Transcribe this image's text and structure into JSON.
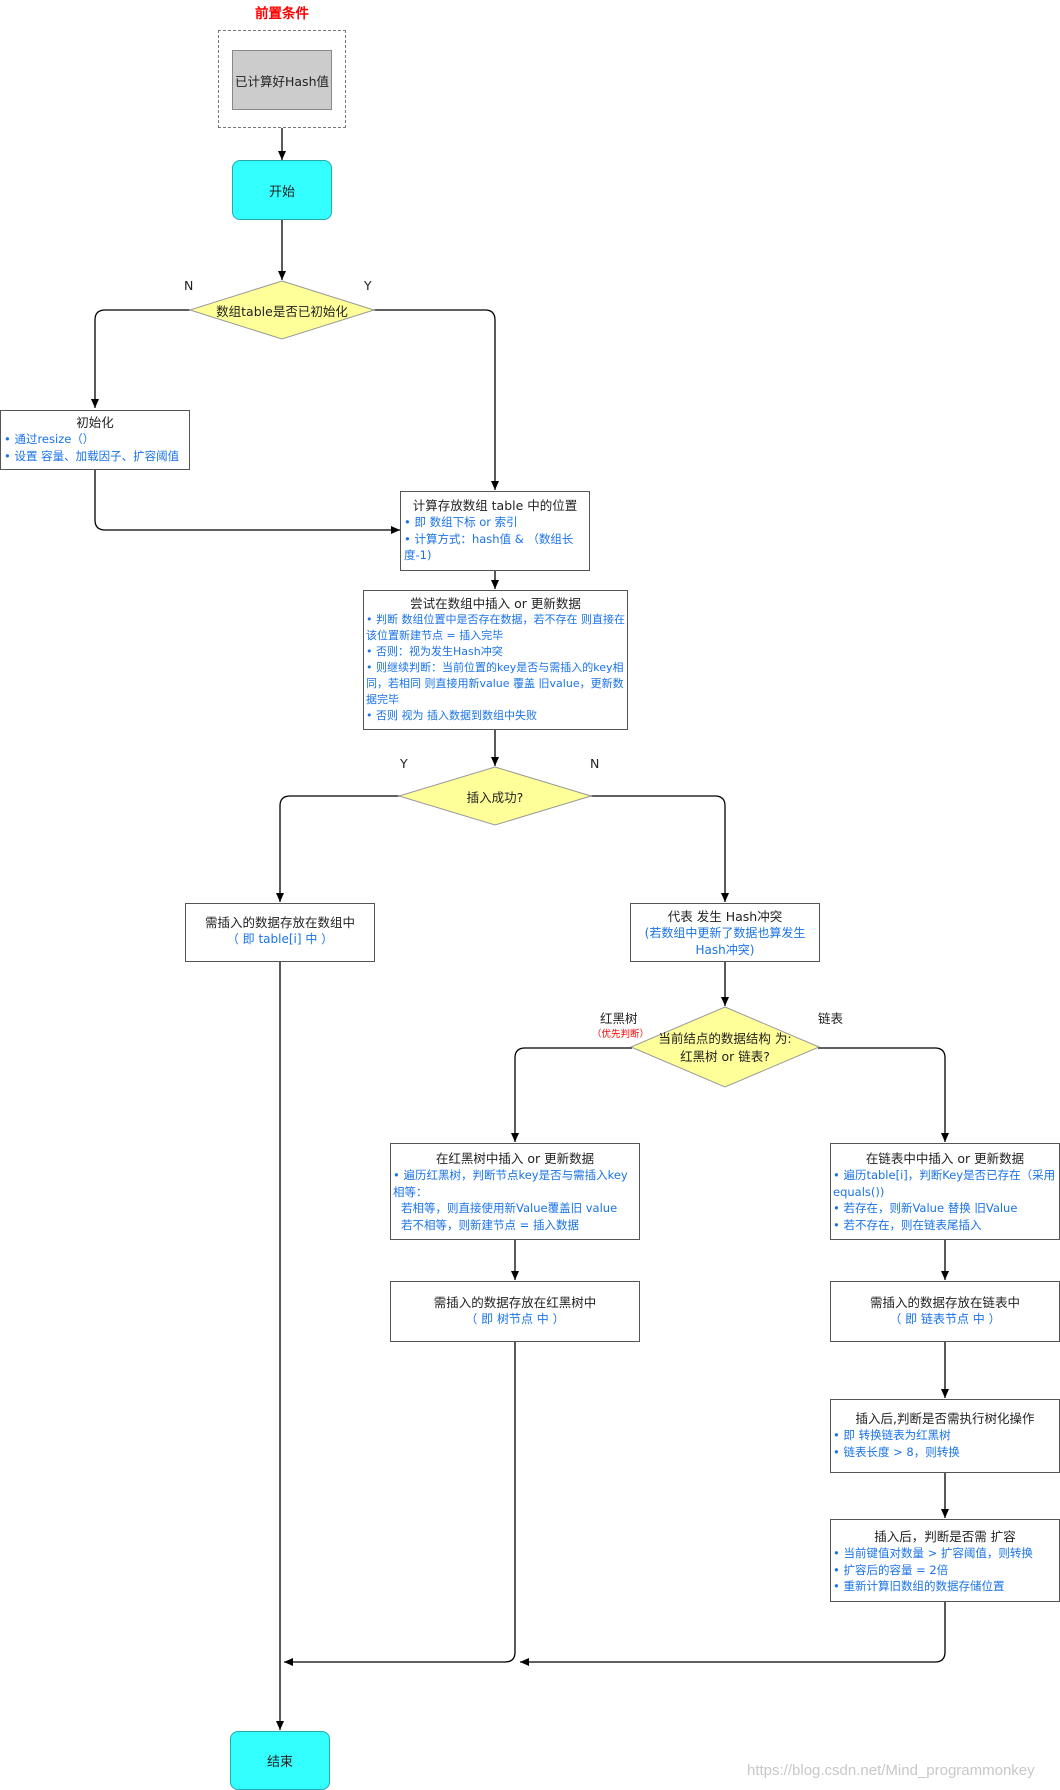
{
  "precondition": {
    "heading": "前置条件",
    "box": "已计算好Hash值"
  },
  "start": "开始",
  "end": "结束",
  "decision_init": {
    "text": "数组table是否已初始化",
    "no": "N",
    "yes": "Y"
  },
  "init_box": {
    "title": "初始化",
    "items": [
      "通过resize（）",
      "设置 容量、加载因子、扩容阈值"
    ]
  },
  "calc_box": {
    "title": "计算存放数组 table 中的位置",
    "items": [
      "即 数组下标 or 索引",
      "计算方式：hash值 & （数组长度-1)"
    ]
  },
  "try_box": {
    "title": "尝试在数组中插入 or 更新数据",
    "items": [
      "判断 数组位置中是否存在数据，若不存在 则直接在该位置新建节点 = 插入完毕",
      "否则：视为发生Hash冲突",
      "则继续判断：当前位置的key是否与需插入的key相同，若相同 则直接用新value 覆盖 旧value，更新数据完毕",
      "否则 视为 插入数据到数组中失败"
    ]
  },
  "decision_insert": {
    "text": "插入成功?",
    "yes": "Y",
    "no": "N"
  },
  "array_store": {
    "title": "需插入的数据存放在数组中",
    "sub": "（ 即 table[i] 中 ）"
  },
  "conflict": {
    "title": "代表 发生 Hash冲突",
    "sub": "(若数组中更新了数据也算发生Hash冲突)"
  },
  "decision_struct": {
    "line1": "当前结点的数据结构 为:",
    "line2": "红黑树 or 链表?",
    "left": "红黑树",
    "left_note": "（优先判断）",
    "right": "链表"
  },
  "rbtree_box": {
    "title": "在红黑树中插入 or 更新数据",
    "item": "遍历红黑树，判断节点key是否与需插入key相等：",
    "lines": [
      "若相等，则直接使用新Value覆盖旧 value",
      "若不相等，则新建节点 = 插入数据"
    ]
  },
  "rbtree_store": {
    "title": "需插入的数据存放在红黑树中",
    "sub": "（ 即 树节点 中 ）"
  },
  "list_box": {
    "title": "在链表中中插入 or 更新数据",
    "items": [
      "遍历table[i]，判断Key是否已存在（采用equals())",
      "若存在，则新Value 替换 旧Value",
      "若不存在，则在链表尾插入"
    ]
  },
  "list_store": {
    "title": "需插入的数据存放在链表中",
    "sub": "（ 即 链表节点 中 ）"
  },
  "treeify_box": {
    "title": "插入后,判断是否需执行树化操作",
    "items": [
      "即 转换链表为红黑树",
      "链表长度 > 8，则转换"
    ]
  },
  "resize_box": {
    "title": "插入后，判断是否需 扩容",
    "items": [
      "当前键值对数量 > 扩容阈值，则转换",
      "扩容后的容量 = 2倍",
      "重新计算旧数组的数据存储位置"
    ]
  },
  "watermark": "https://blog.csdn.net/Mind_programmonkey",
  "colors": {
    "terminal": "#33ffff",
    "decision": "#ffff99",
    "precondition_box": "#cccccc",
    "heading_red": "#ff0000",
    "note_blue": "#1a73e8"
  }
}
